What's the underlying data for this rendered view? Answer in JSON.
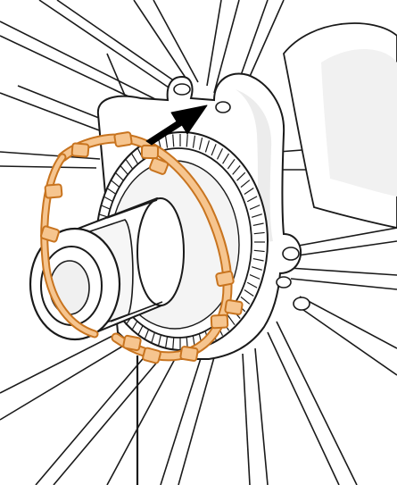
{
  "colors": {
    "line": "#1a1a1a",
    "fill": "#ffffff",
    "shade": "#e9e9e9",
    "highlight_fill": "#f6c58f",
    "highlight_stroke": "#c8741f",
    "arrow": "#000000"
  },
  "illustration": {
    "highlighted_part": "orange-lockring-clip",
    "indicator": "direction-arrow",
    "callout": "leader-line"
  }
}
